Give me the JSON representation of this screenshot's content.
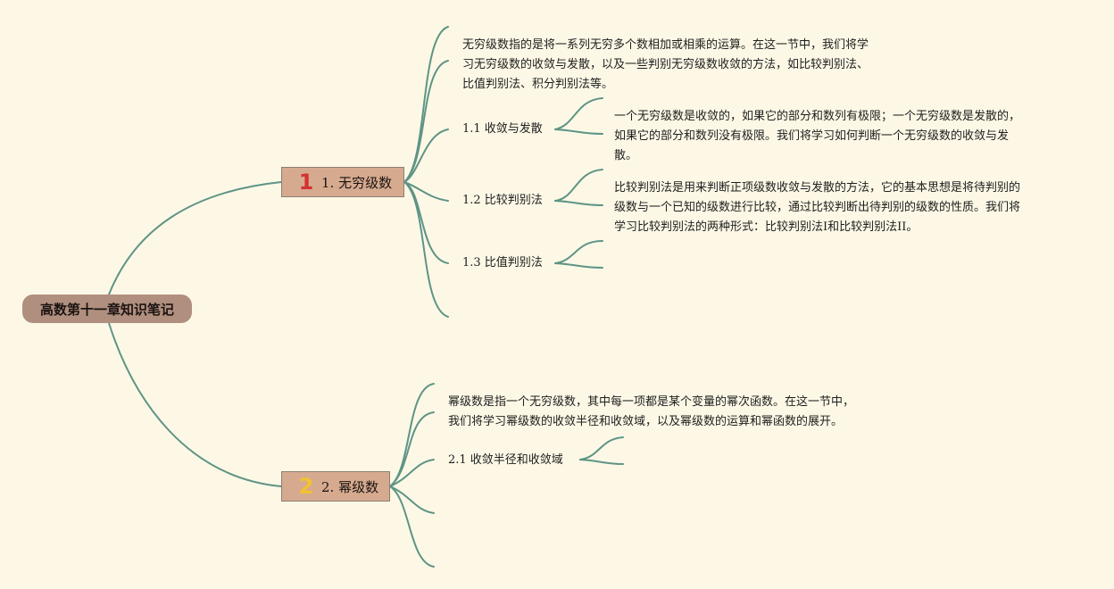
{
  "root": {
    "title": "高数第十一章知识笔记"
  },
  "branches": [
    {
      "number_icon": "1",
      "number_icon_color": "#d23232",
      "label": "1. 无穷级数",
      "intro": [
        "无穷级数指的是将一系列无穷多个数相加或相乘的运算。在这一节中，我们将学",
        "习无穷级数的收敛与发散，以及一些判别无穷级数收敛的方法，如比较判别法、",
        "比值判别法、积分判别法等。"
      ],
      "subtopics": [
        {
          "label": "1.1 收敛与发散",
          "note": [
            "一个无穷级数是收敛的，如果它的部分和数列有极限；一个无穷级数是发散的，",
            "如果它的部分和数列没有极限。我们将学习如何判断一个无穷级数的收敛与发",
            "散。"
          ]
        },
        {
          "label": "1.2 比较判别法",
          "note": [
            "比较判别法是用来判断正项级数收敛与发散的方法，它的基本思想是将待判别的",
            "级数与一个已知的级数进行比较，通过比较判断出待判别的级数的性质。我们将",
            "学习比较判别法的两种形式：比较判别法I和比较判别法II。"
          ]
        },
        {
          "label": "1.3 比值判别法",
          "note": []
        }
      ]
    },
    {
      "number_icon": "2",
      "number_icon_color": "#f2c230",
      "label": "2. 幂级数",
      "intro": [
        "幂级数是指一个无穷级数，其中每一项都是某个变量的幂次函数。在这一节中，",
        "我们将学习幂级数的收敛半径和收敛域，以及幂级数的运算和幂函数的展开。"
      ],
      "subtopics": [
        {
          "label": "2.1 收敛半径和收敛域",
          "note": []
        }
      ]
    }
  ],
  "colors": {
    "background": "#fdf8e6",
    "connector": "#5f9485",
    "root_fill": "#b08f7e",
    "branch_fill": "#d6aa8f"
  }
}
